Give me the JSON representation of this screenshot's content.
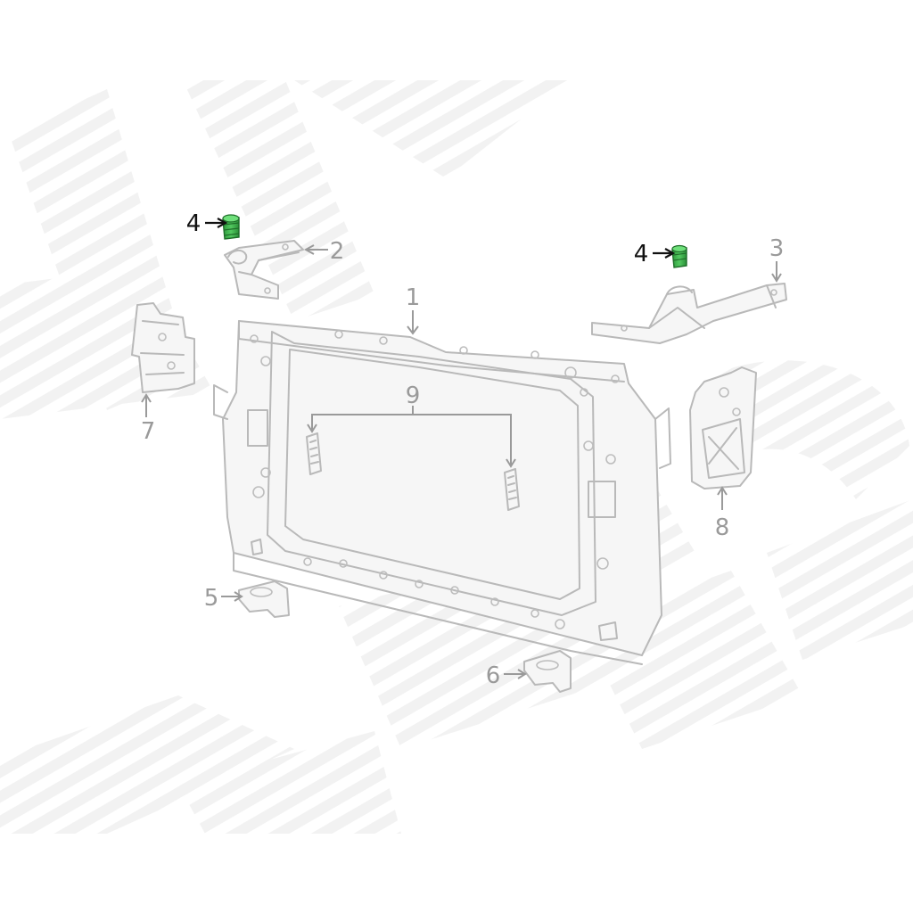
{
  "diagram": {
    "colors": {
      "line": "#b9b9b9",
      "callout_muted": "#9a9a9a",
      "callout_active": "#111111",
      "highlight_part": "#3bb04a",
      "watermark": "#f1f1f1"
    },
    "callouts": {
      "c1": "1",
      "c2": "2",
      "c3": "3",
      "c4_left": "4",
      "c4_right": "4",
      "c5": "5",
      "c6": "6",
      "c7": "7",
      "c8": "8",
      "c9": "9"
    },
    "highlighted_callout": "4"
  }
}
